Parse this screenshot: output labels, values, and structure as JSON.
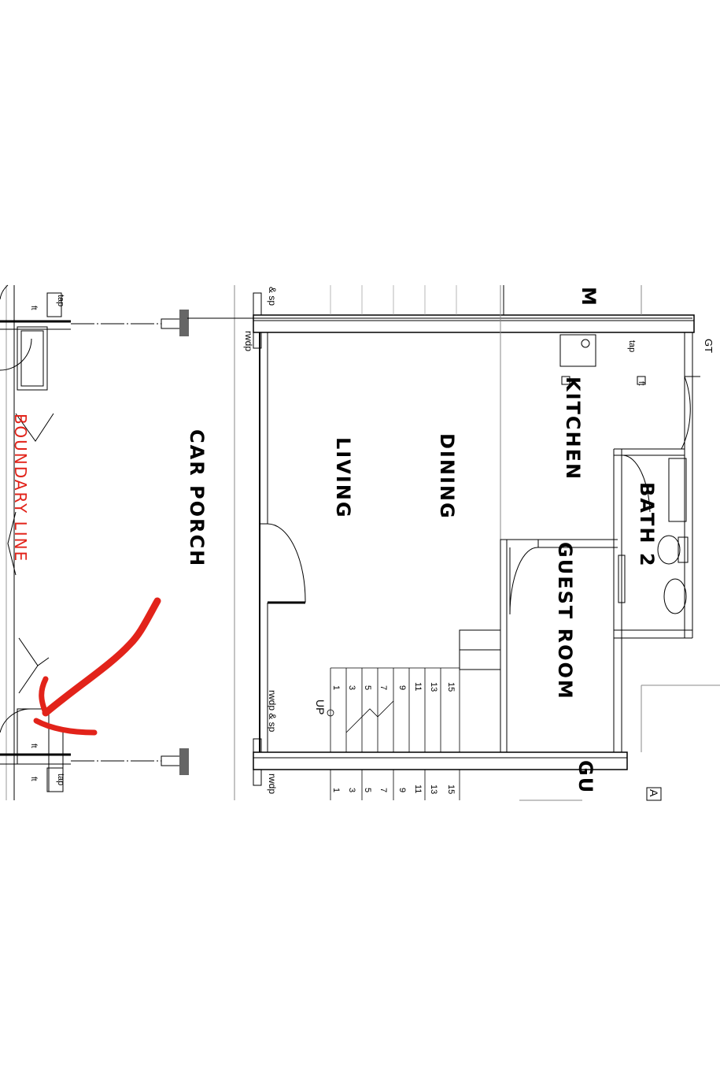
{
  "plan": {
    "rooms": {
      "car_porch": "CAR PORCH",
      "living": "LIVING",
      "dining": "DINING",
      "kitchen": "KITCHEN",
      "bath_2": "BATH 2",
      "guest_room": "GUEST ROOM",
      "guest_room_cut": "GU",
      "room_cut_top": "M"
    },
    "boundary_label": "BOUNDARY LINE",
    "notes": {
      "tap_top_left": "tap",
      "ft_top_left": "ft",
      "tap_bottom_left": "tap",
      "ft_bottom_left_1": "ft",
      "ft_bottom_left_2": "ft",
      "sp_top": "& sp",
      "rwdp_top": "rwdp",
      "rwdp_sp_bottom": "rwdp & sp",
      "rwdp_bottom": "rwdp",
      "tap_kitchen": "tap",
      "ft_kitchen": "ft",
      "gt": "GT",
      "stair_up": "UP",
      "cut_a": "A"
    },
    "stair_numbers": [
      "1",
      "3",
      "5",
      "7",
      "9",
      "11",
      "13",
      "15"
    ],
    "colors": {
      "ink": "#000000",
      "annotation_red": "#e2231a",
      "column_grey": "#666666"
    },
    "annotation": "red-arrow-pointing-to-boundary-corner"
  }
}
